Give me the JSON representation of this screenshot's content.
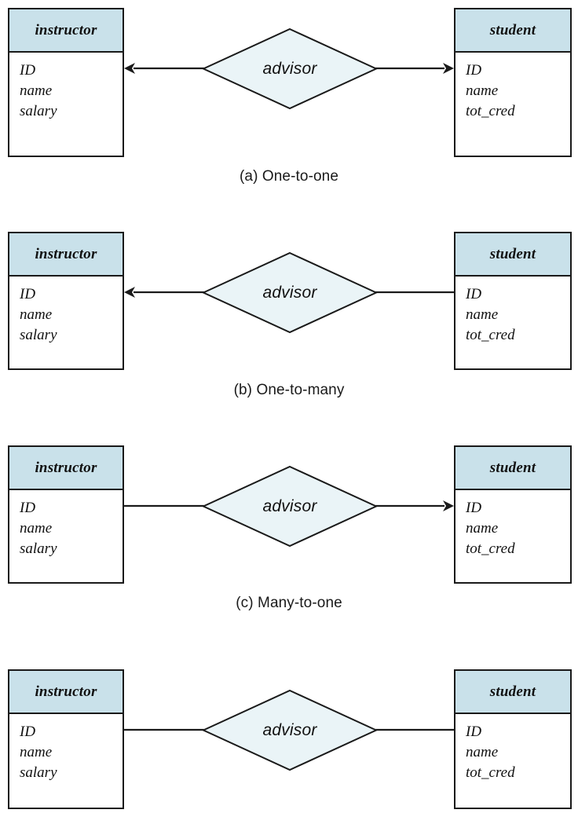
{
  "figure": {
    "kind": "er-diagram",
    "description": "Entity-relationship cardinality diagrams for the advisor relationship",
    "colors": {
      "entity_header_fill": "#c9e1ea",
      "entity_body_fill": "#ffffff",
      "diamond_fill": "#eaf4f7",
      "stroke": "#1a1a1a",
      "text": "#111111"
    }
  },
  "entities": {
    "instructor": {
      "name": "instructor",
      "attributes": [
        "ID",
        "name",
        "salary"
      ]
    },
    "student": {
      "name": "student",
      "attributes": [
        "ID",
        "name",
        "tot_cred"
      ]
    }
  },
  "relationship": {
    "name": "advisor"
  },
  "panels": [
    {
      "id": "a",
      "caption": "(a) One-to-one",
      "left_arrow": true,
      "right_arrow": true,
      "left_entity": "instructor",
      "right_entity": "student",
      "relationship": "advisor"
    },
    {
      "id": "b",
      "caption": "(b) One-to-many",
      "left_arrow": true,
      "right_arrow": false,
      "left_entity": "instructor",
      "right_entity": "student",
      "relationship": "advisor"
    },
    {
      "id": "c",
      "caption": "(c) Many-to-one",
      "left_arrow": false,
      "right_arrow": true,
      "left_entity": "instructor",
      "right_entity": "student",
      "relationship": "advisor"
    },
    {
      "id": "d",
      "caption": "",
      "left_arrow": false,
      "right_arrow": false,
      "left_entity": "instructor",
      "right_entity": "student",
      "relationship": "advisor"
    }
  ]
}
